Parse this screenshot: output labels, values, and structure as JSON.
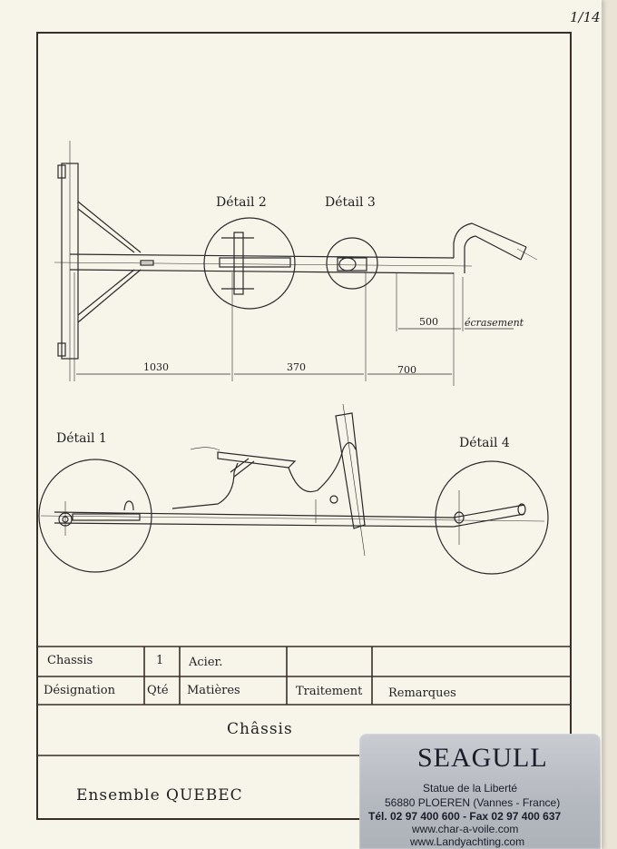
{
  "page_number": "1/14",
  "details": {
    "detail_1": "Détail 1",
    "detail_2": "Détail 2",
    "detail_3": "Détail 3",
    "detail_4": "Détail 4"
  },
  "dimensions": {
    "d1030": "1030",
    "d370": "370",
    "d700": "700",
    "d500": "500",
    "ecrasement": "écrasement"
  },
  "title_block": {
    "row1": {
      "designation": "Chassis",
      "qty": "1",
      "material": "Acier.",
      "treatment": "",
      "remarks": ""
    },
    "headers": {
      "designation": "Désignation",
      "qty": "Qté",
      "material": "Matières",
      "treatment": "Traitement",
      "remarks": "Remarques"
    },
    "part_name": "Châssis",
    "assembly": "Ensemble QUEBEC"
  },
  "seagull": {
    "brand": "SEAGULL",
    "address_line1": "Statue de la Liberté",
    "address_line2": "56880 PLOEREN (Vannes - France)",
    "phone": "Tél. 02 97 400 600 - Fax 02 97 400 637",
    "web1": "www.char-a-voile.com",
    "web2": "www.Landyachting.com"
  }
}
